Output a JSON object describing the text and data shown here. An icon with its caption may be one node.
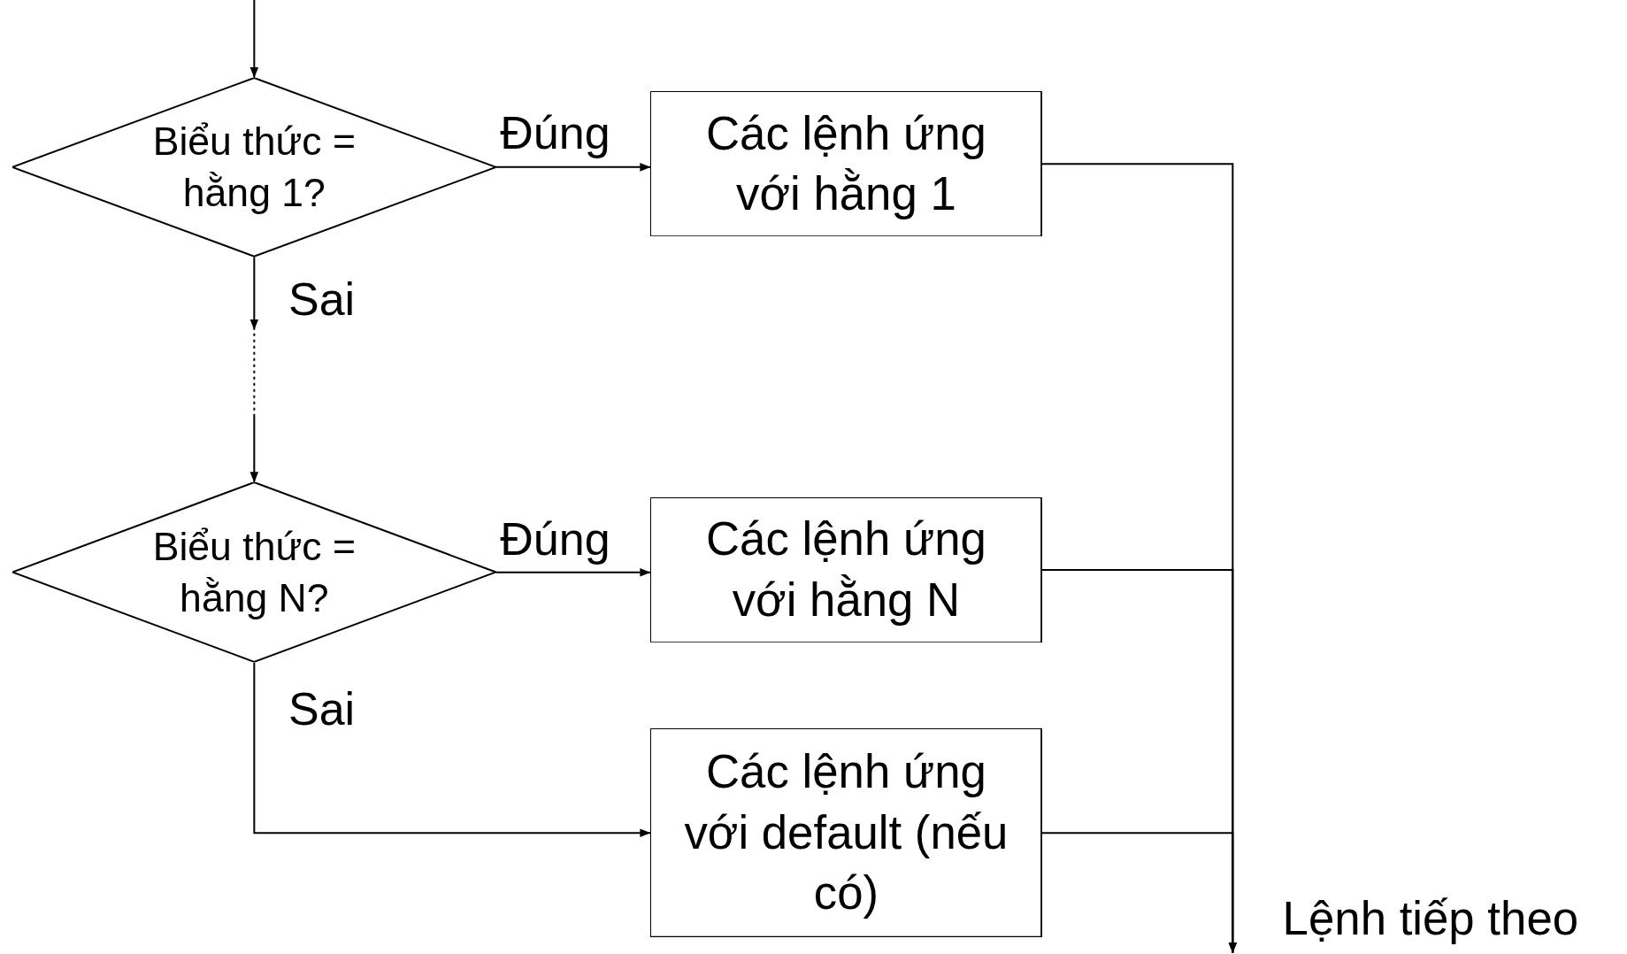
{
  "diagram": {
    "nodes": [
      {
        "text": [
          "Biểu thức = hằng 1?"
        ]
      },
      {
        "text": [
          "Các lệnh ứng với hằng 1"
        ]
      },
      {
        "text": [
          "Biểu thức = hằng N?"
        ]
      },
      {
        "text": [
          "Các lệnh ứng với hằng N"
        ]
      },
      {
        "text": [
          "Các lệnh ứng với default (nếu có)"
        ]
      },
      {
        "text": [
          "Lệnh tiếp theo"
        ]
      }
    ],
    "edges": [
      {
        "from": null,
        "to": 0,
        "arrow": "to"
      },
      {
        "from": 0,
        "to": 1,
        "arrow": "to",
        "label": "Đúng"
      },
      {
        "from": 0,
        "to": 2,
        "arrow": "to",
        "label": "Sai",
        "style": "dashed"
      },
      {
        "from": 2,
        "to": 3,
        "arrow": "to",
        "label": "Đúng"
      },
      {
        "from": 2,
        "to": 4,
        "arrow": "to",
        "label": "Sai"
      },
      {
        "from": 1,
        "to": 5,
        "arrow": "to"
      },
      {
        "from": 3,
        "to": 5,
        "arrow": "to"
      },
      {
        "from": 4,
        "to": 5,
        "arrow": "to"
      }
    ]
  }
}
